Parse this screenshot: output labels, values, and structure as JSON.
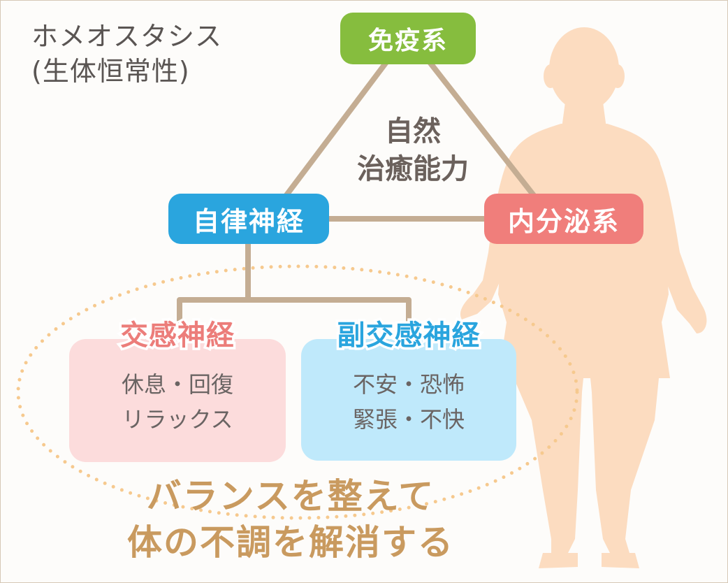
{
  "title": {
    "line1": "ホメオスタシス",
    "line2": "(生体恒常性)"
  },
  "nodes": {
    "immune": "免疫系",
    "autonomic": "自律神経",
    "endocrine": "内分泌系"
  },
  "center": {
    "line1": "自然",
    "line2": "治癒能力"
  },
  "sympathetic": {
    "title": "交感神経",
    "line1": "休息・回復",
    "line2": "リラックス"
  },
  "parasympathetic": {
    "title": "副交感神経",
    "line1": "不安・恐怖",
    "line2": "緊張・不快"
  },
  "footer": {
    "line1": "バランスを整えて",
    "line2": "体の不調を解消する"
  },
  "colors": {
    "immune": "#86bd3e",
    "autonomic": "#2aa5de",
    "endocrine": "#f07e7b",
    "connector": "#c4ad93",
    "body_silhouette": "#fcdcc0",
    "ellipse_dots": "#f6c98e",
    "footer_text": "#c99a5f"
  }
}
